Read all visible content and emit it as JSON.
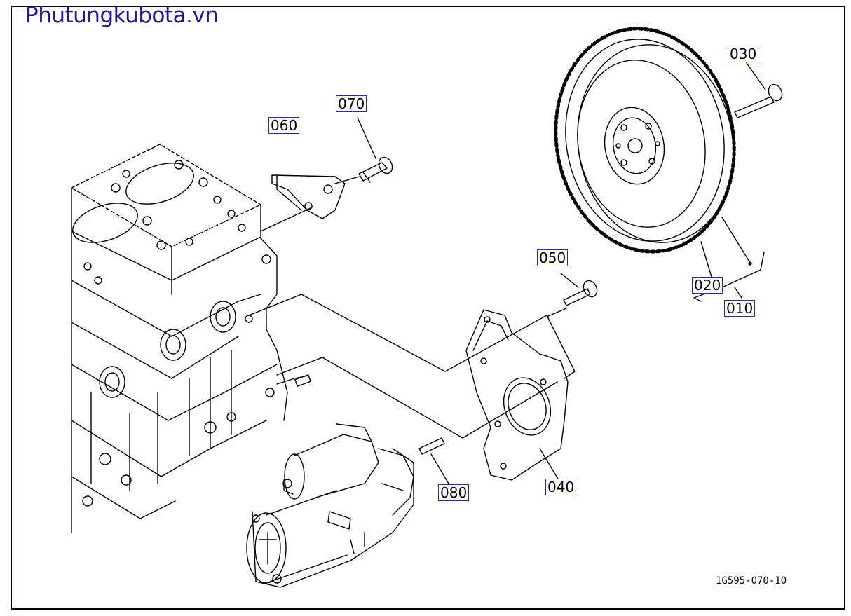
{
  "watermark": {
    "text": "Phutungkubota.vn"
  },
  "drawing": {
    "code": "1G595-070-10",
    "callouts": {
      "c010": "010",
      "c020": "020",
      "c030": "030",
      "c040": "040",
      "c050": "050",
      "c060": "060",
      "c070": "070",
      "c080": "080"
    }
  },
  "colors": {
    "watermark": "#1c1a8c",
    "line": "#000000",
    "callout_border": "#2c2c8c"
  }
}
